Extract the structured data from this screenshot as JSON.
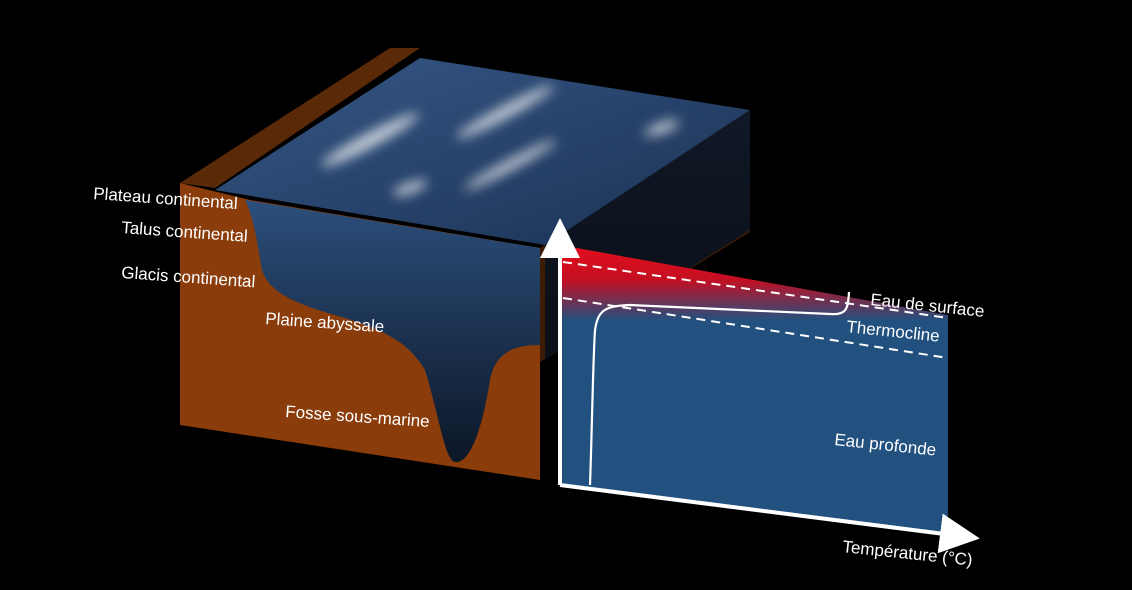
{
  "colors": {
    "background": "#000000",
    "sediment": "#8a3d0b",
    "sediment_dark": "#6b2f08",
    "sea_top": "#2f4f7e",
    "sea_front": "#203a5c",
    "warm_surface": "#e0101e",
    "deep_water": "#22507f",
    "lines": "#ffffff"
  },
  "block_labels": {
    "plateau": "Plateau continental",
    "talus": "Talus continental",
    "glacis": "Glacis continental",
    "plaine": "Plaine abyssale",
    "fosse": "Fosse sous-marine"
  },
  "profile_labels": {
    "surface": "Eau de surface",
    "thermocline": "Thermocline",
    "deep": "Eau profonde",
    "x_axis": "Température (°C)"
  }
}
